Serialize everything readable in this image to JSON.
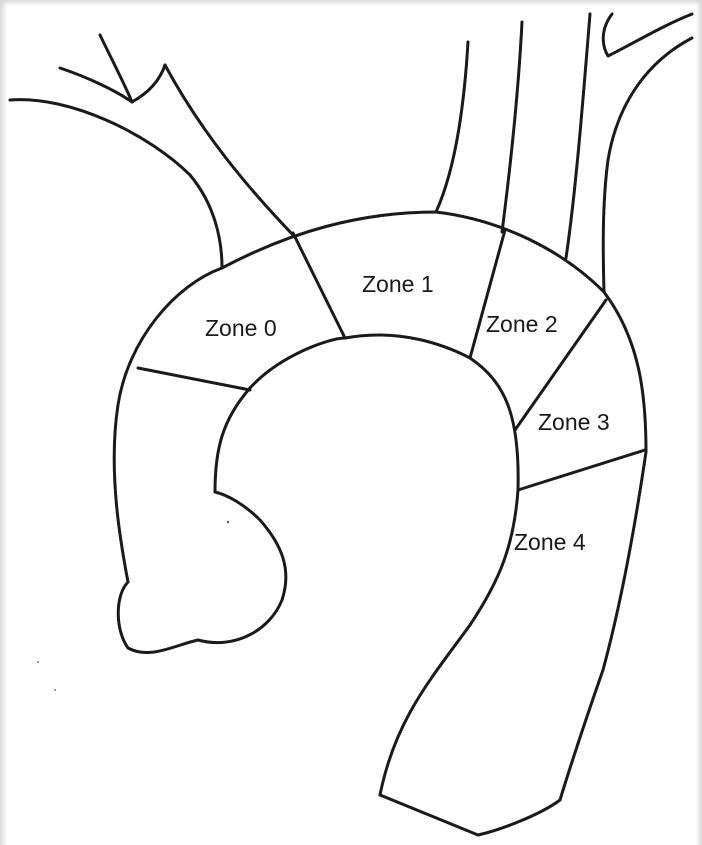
{
  "diagram": {
    "zones": [
      {
        "id": "zone-0",
        "label": "Zone 0"
      },
      {
        "id": "zone-1",
        "label": "Zone 1"
      },
      {
        "id": "zone-2",
        "label": "Zone 2"
      },
      {
        "id": "zone-3",
        "label": "Zone 3"
      },
      {
        "id": "zone-4",
        "label": "Zone 4"
      }
    ],
    "colors": {
      "stroke": "#1a1a1a",
      "background": "#ffffff"
    }
  }
}
